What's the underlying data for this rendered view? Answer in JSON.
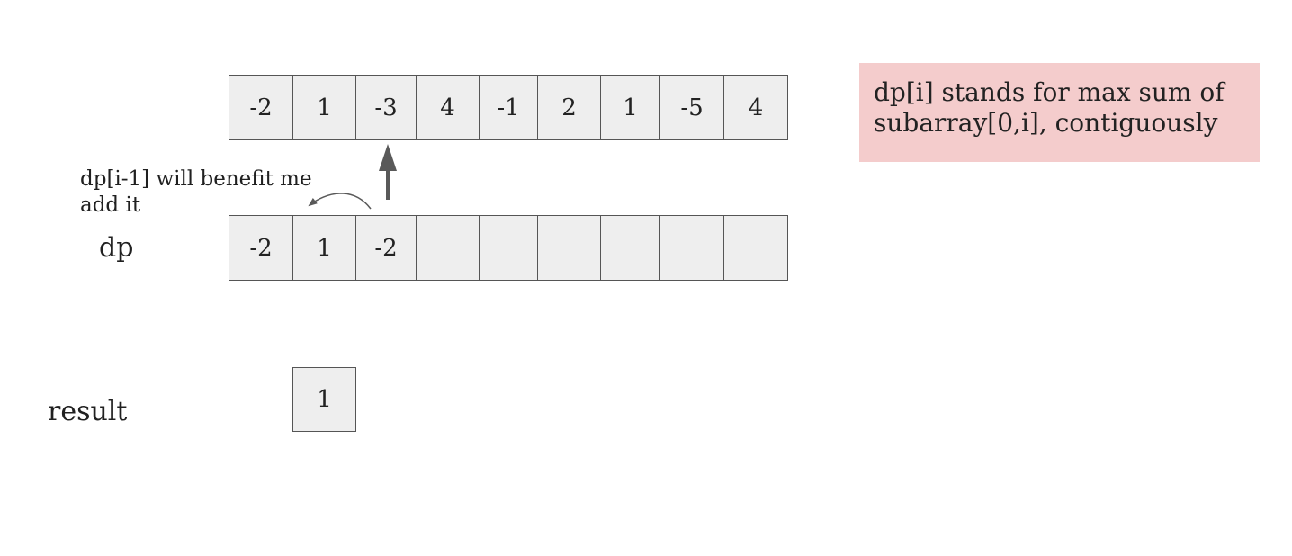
{
  "input_array": [
    "-2",
    "1",
    "-3",
    "4",
    "-1",
    "2",
    "1",
    "-5",
    "4"
  ],
  "dp_array": [
    "-2",
    "1",
    "-2",
    "",
    "",
    "",
    "",
    "",
    ""
  ],
  "dp_label": "dp",
  "result_label": "result",
  "result_value": "1",
  "annotation": "dp[i-1] will benefit me\nadd it",
  "definition_note": "dp[i] stands for max sum of subarray[0,i], contiguously",
  "colors": {
    "cell_fill": "#eeeeee",
    "cell_border": "#555555",
    "note_fill": "#f4cccc",
    "arrow": "#595959"
  }
}
